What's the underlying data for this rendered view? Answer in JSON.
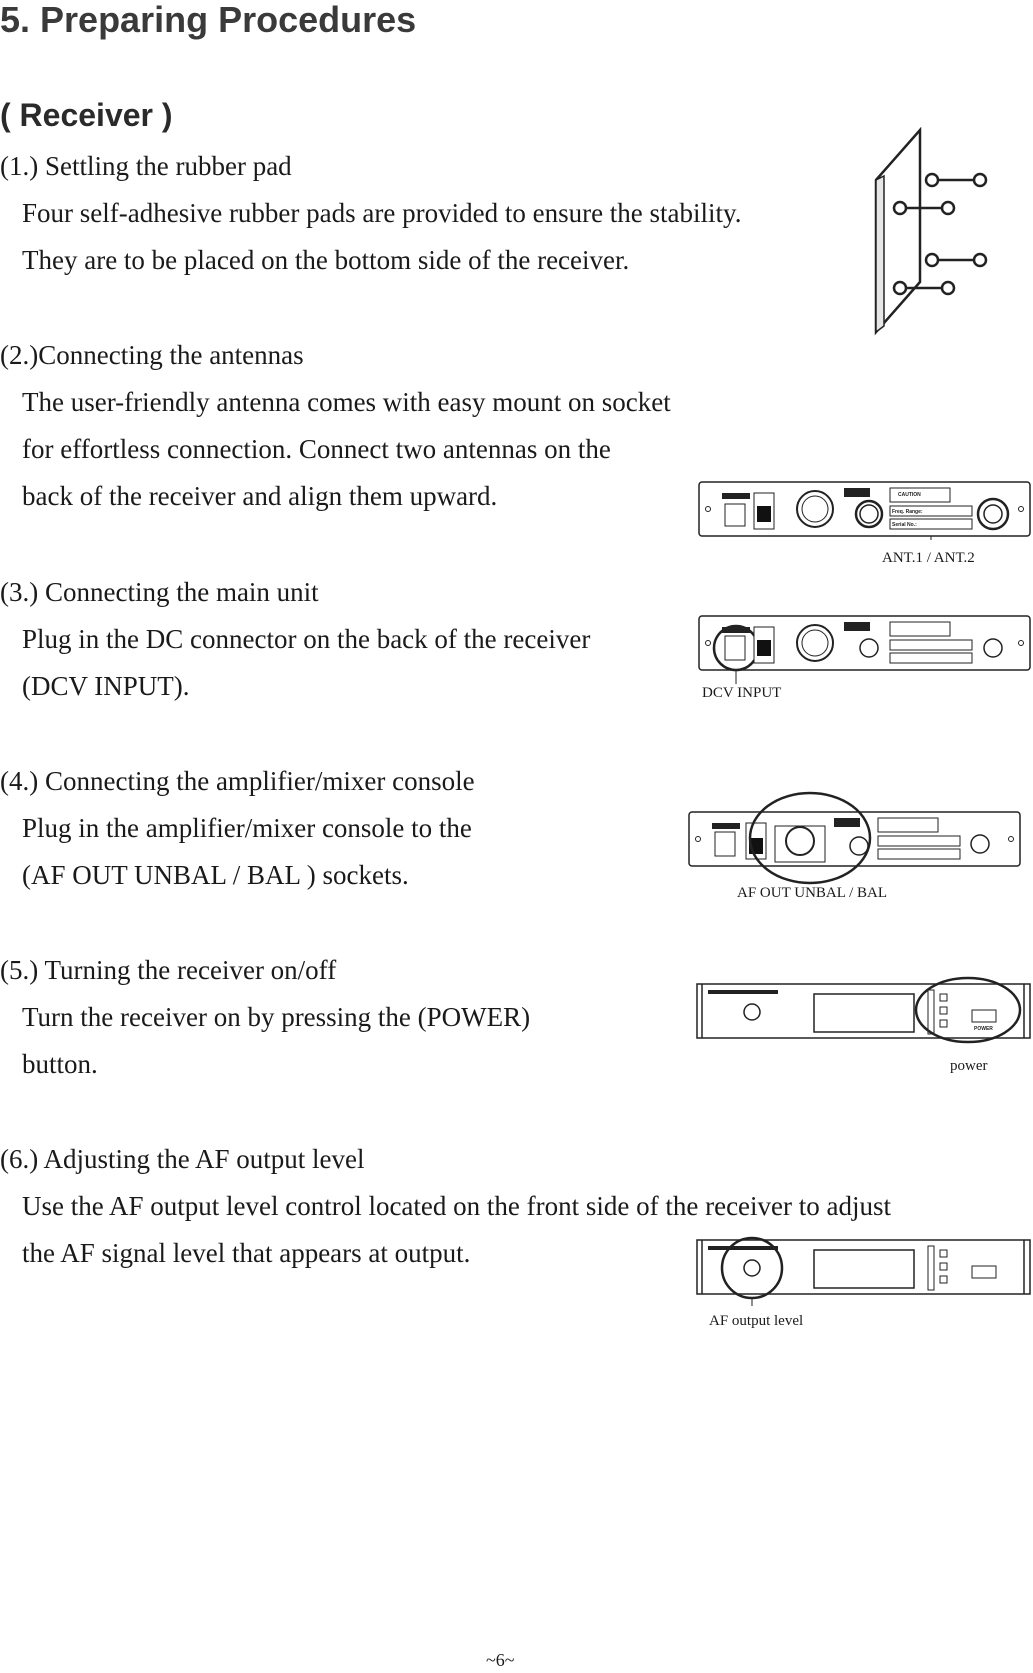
{
  "page": {
    "title": "5. Preparing Procedures",
    "section": "( Receiver )",
    "page_number": "~6~"
  },
  "steps": [
    {
      "heading": "(1.) Settling the rubber pad",
      "lines": [
        "Four self-adhesive rubber pads are provided to ensure the stability.",
        "They are to be placed on the bottom side of the receiver."
      ]
    },
    {
      "heading": "(2.)Connecting the antennas",
      "lines": [
        "The user-friendly antenna comes with easy mount on  socket",
        "for effortless connection.  Connect two antennas on the",
        "back of the receiver and align them upward."
      ]
    },
    {
      "heading": "(3.) Connecting the main unit",
      "lines": [
        "Plug in the DC connector on the back of the receiver",
        "(DCV INPUT)."
      ]
    },
    {
      "heading": "(4.) Connecting the amplifier/mixer  console",
      "lines": [
        "Plug in the amplifier/mixer  console to the",
        "(AF OUT UNBAL / BAL ) sockets."
      ]
    },
    {
      "heading": "(5.) Turning the receiver on/off",
      "lines": [
        "Turn the receiver on by pressing the (POWER)",
        "button."
      ]
    },
    {
      "heading": "(6.) Adjusting the AF output level",
      "lines": [
        "Use the AF output level control located on the front side of the receiver to adjust",
        "the AF signal level that appears at output."
      ]
    }
  ],
  "figures": {
    "antenna_caption": "ANT.1 / ANT.2",
    "dcv_caption": "DCV INPUT",
    "afout_caption": "AF OUT UNBAL / BAL",
    "power_caption": "power",
    "aflevel_caption": "AF output level",
    "panel_labels": {
      "caution": "CAUTION",
      "freq_range": "Freq. Range:",
      "serial_no": "Serial No.:",
      "ant1": "ANT.1",
      "ant2": "ANT.2",
      "power": "POWER"
    }
  }
}
